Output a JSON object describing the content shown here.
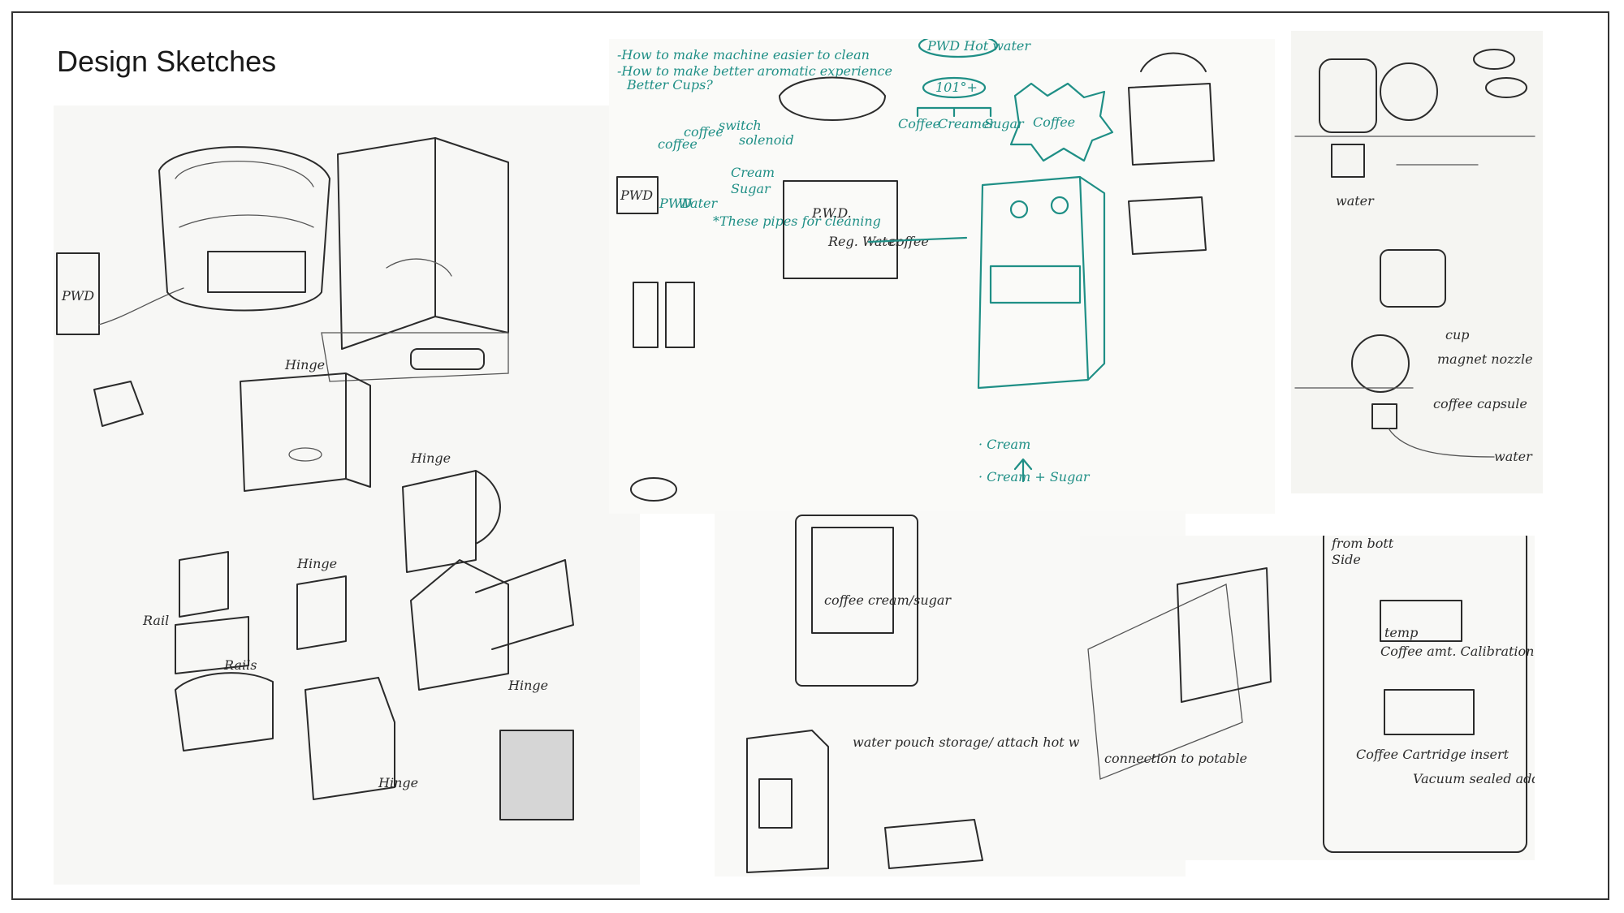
{
  "title": "Design Sketches",
  "labels": {
    "pwd_left": "PWD",
    "hinge1": "Hinge",
    "hinge2": "Hinge",
    "hinge3": "Hinge",
    "hinge4": "Hinge",
    "hinge5": "Hinge",
    "rail": "Rail",
    "rails": "Rails",
    "note1": "-How to make machine easier to clean",
    "note2": "-How to make better aromatic experience",
    "note3": "Better Cups?",
    "pwd_hot_water": "PWD Hot water",
    "temp_101": "101°+",
    "coffee_small": "Coffee",
    "creamer": "Creamer",
    "sugar": "Sugar",
    "coffee_big": "Coffee",
    "pwd_box_small": "PWD",
    "pwd_big": "P.W.D.",
    "reg_water": "Reg. Water",
    "coffee_arrow": "coffee",
    "coffee_switch": "coffee",
    "coffee_switch2": "coffee",
    "switch": "switch",
    "solenoid": "solenoid",
    "cream": "Cream",
    "sugar_small": "Sugar",
    "water": "Water",
    "pwd_small2": "PWD",
    "these_pipes": "*These pipes for cleaning",
    "opt_cream": "· Cream",
    "opt_cream_sugar": "· Cream + Sugar",
    "water_r": "water",
    "cup": "cup",
    "magnet_nozzle": "magnet nozzle",
    "coffee_capsule": "coffee capsule",
    "water_r2": "water",
    "from_bottom": "from bott",
    "side": "Side",
    "temp": "temp",
    "coffee_amt": "Coffee amt. Calibration",
    "coffee_cartridge": "Coffee Cartridge insert",
    "vacuum_sealed": "Vacuum sealed additives insert",
    "connection": "connection to potable",
    "coffee_cream": "coffee cream/sugar",
    "water_pouch": "water pouch storage/ attach hot water dispenser"
  }
}
